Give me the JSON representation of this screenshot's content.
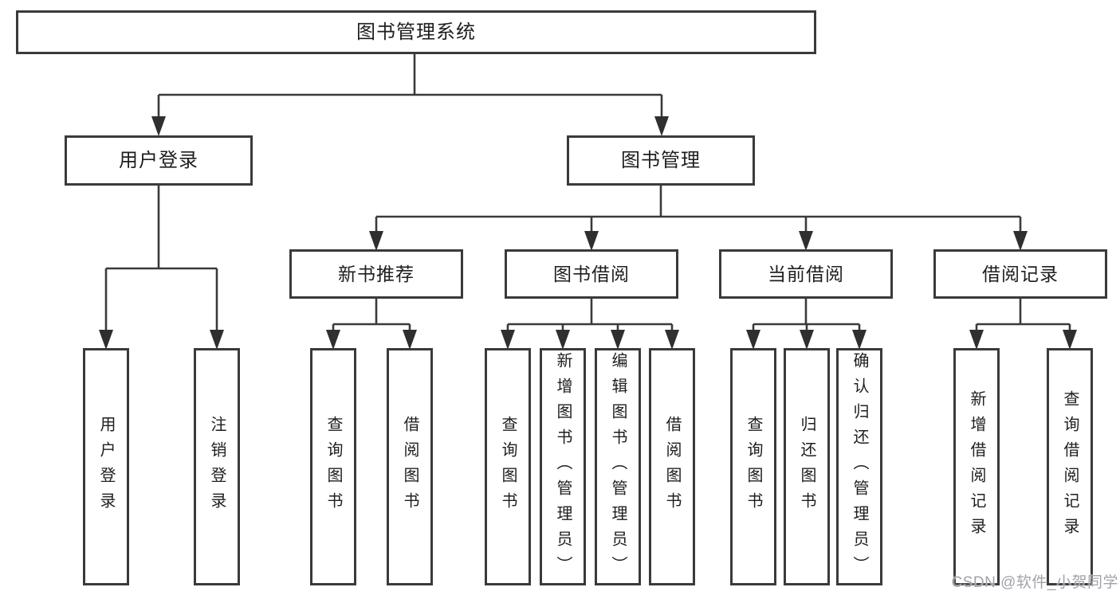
{
  "diagram": {
    "watermark": "CSDN @软件_小贺同学",
    "colors": {
      "background": "#ffffff",
      "box_border": "#3a3a3a",
      "connector_line": "#3a3a3a",
      "text": "#1e1e1e",
      "watermark_text": "#a2a2aa"
    },
    "nodes": {
      "root": "图书管理系统",
      "userLogin": "用户登录",
      "bookManagement": "图书管理",
      "newBookRecommend": "新书推荐",
      "bookBorrow": "图书借阅",
      "currentBorrow": "当前借阅",
      "borrowRecord": "借阅记录",
      "leafUserLogin": "用户登录",
      "leafLogout": "注销登录",
      "leafRecQueryBooks": "查询图书",
      "leafRecBorrowBooks": "借阅图书",
      "leafBorQueryBooks": "查询图书",
      "leafBorAddBooks": "新增图书（管理员）",
      "leafBorEditBooks": "编辑图书（管理员）",
      "leafBorBorrowBooks": "借阅图书",
      "leafCurQueryBooks": "查询图书",
      "leafCurReturnBooks": "归还图书",
      "leafCurConfirmReturn": "确认归还（管理员）",
      "leafRecordAdd": "新增借阅记录",
      "leafRecordQuery": "查询借阅记录"
    },
    "hierarchy": {
      "图书管理系统": {
        "用户登录": [
          "用户登录",
          "注销登录"
        ],
        "图书管理": {
          "新书推荐": [
            "查询图书",
            "借阅图书"
          ],
          "图书借阅": [
            "查询图书",
            "新增图书（管理员）",
            "编辑图书（管理员）",
            "借阅图书"
          ],
          "当前借阅": [
            "查询图书",
            "归还图书",
            "确认归还（管理员）"
          ],
          "借阅记录": [
            "新增借阅记录",
            "查询借阅记录"
          ]
        }
      }
    }
  }
}
